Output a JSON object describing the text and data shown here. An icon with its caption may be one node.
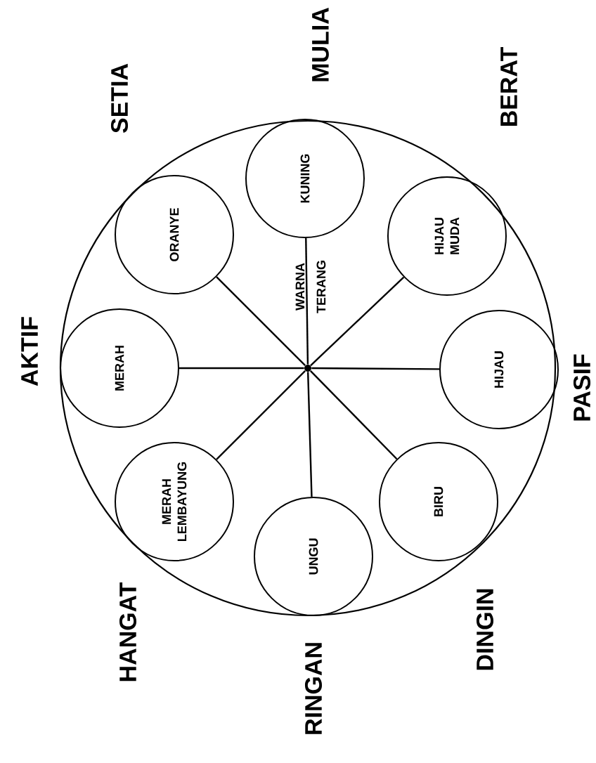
{
  "diagram": {
    "nodes": [
      {
        "text": [],
        "shape": "circle"
      },
      {
        "text": [
          "KUNING"
        ],
        "in": 0
      },
      {
        "text": [
          "ORANYE"
        ],
        "in": 0
      },
      {
        "text": [
          "MERAH"
        ],
        "in": 0
      },
      {
        "text": [
          "MERAH LEMBAYUNG"
        ],
        "in": 0
      },
      {
        "text": [
          "UNGU"
        ],
        "in": 0
      },
      {
        "text": [
          "BIRU"
        ],
        "in": 0
      },
      {
        "text": [
          "HIJAU"
        ],
        "in": 0
      },
      {
        "text": [
          "HIJAU MUDA"
        ],
        "in": 0
      },
      {
        "text": [],
        "shape": "circle",
        "in": 0
      }
    ],
    "edges": [
      {
        "from": 9,
        "to": 1,
        "arrow": "none"
      },
      {
        "from": 9,
        "to": 2,
        "arrow": "none"
      },
      {
        "from": 9,
        "to": 3,
        "arrow": "none"
      },
      {
        "from": 9,
        "to": 4,
        "arrow": "none"
      },
      {
        "from": 9,
        "to": 5,
        "arrow": "none"
      },
      {
        "from": 9,
        "to": 6,
        "arrow": "none"
      },
      {
        "from": 9,
        "to": 7,
        "arrow": "none"
      },
      {
        "from": 9,
        "to": 8,
        "arrow": "none"
      }
    ],
    "labels": [
      "MULIA",
      "SETIA",
      "BERAT",
      "AKTIF",
      "PASIF",
      "HANGAT",
      "RINGAN",
      "DINGIN",
      "WARNA TERANG"
    ]
  }
}
